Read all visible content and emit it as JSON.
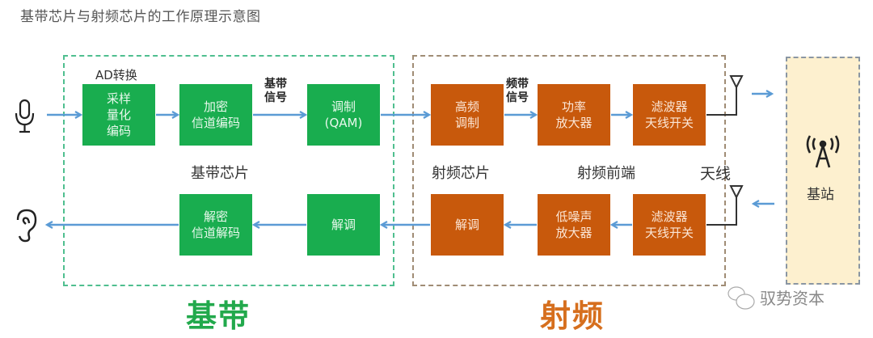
{
  "title": "基带芯片与射频芯片的工作原理示意图",
  "colors": {
    "baseband_block": "#19ad4f",
    "rf_block": "#c8590c",
    "arrow": "#5b9bd5",
    "baseband_border": "#4fbf8f",
    "rf_border": "#a08c75",
    "station_fill": "#fdf0cf"
  },
  "baseband": {
    "region_label": "基带",
    "chip_label": "基带芯片",
    "ad_label": "AD转换",
    "signal_label": "基带\n信号",
    "tx_blocks": [
      {
        "label": "采样\n量化\n编码"
      },
      {
        "label": "加密\n信道编码"
      },
      {
        "label": "调制\n(QAM)"
      }
    ],
    "rx_blocks": [
      {
        "label": "解密\n信道解码"
      },
      {
        "label": "解调"
      }
    ]
  },
  "rf": {
    "region_label": "射频",
    "chip_label": "射频芯片",
    "frontend_label": "射频前端",
    "antenna_label": "天线",
    "signal_label": "频带\n信号",
    "tx_blocks": [
      {
        "label": "高频\n调制"
      },
      {
        "label": "功率\n放大器"
      },
      {
        "label": "滤波器\n天线开关"
      }
    ],
    "rx_blocks": [
      {
        "label": "解调"
      },
      {
        "label": "低噪声\n放大器"
      },
      {
        "label": "滤波器\n天线开关"
      }
    ]
  },
  "station": {
    "label": "基站",
    "icon": "cell-tower-icon"
  },
  "io": {
    "input_icon": "microphone-icon",
    "output_icon": "ear-icon"
  },
  "watermark": "驭势资本"
}
